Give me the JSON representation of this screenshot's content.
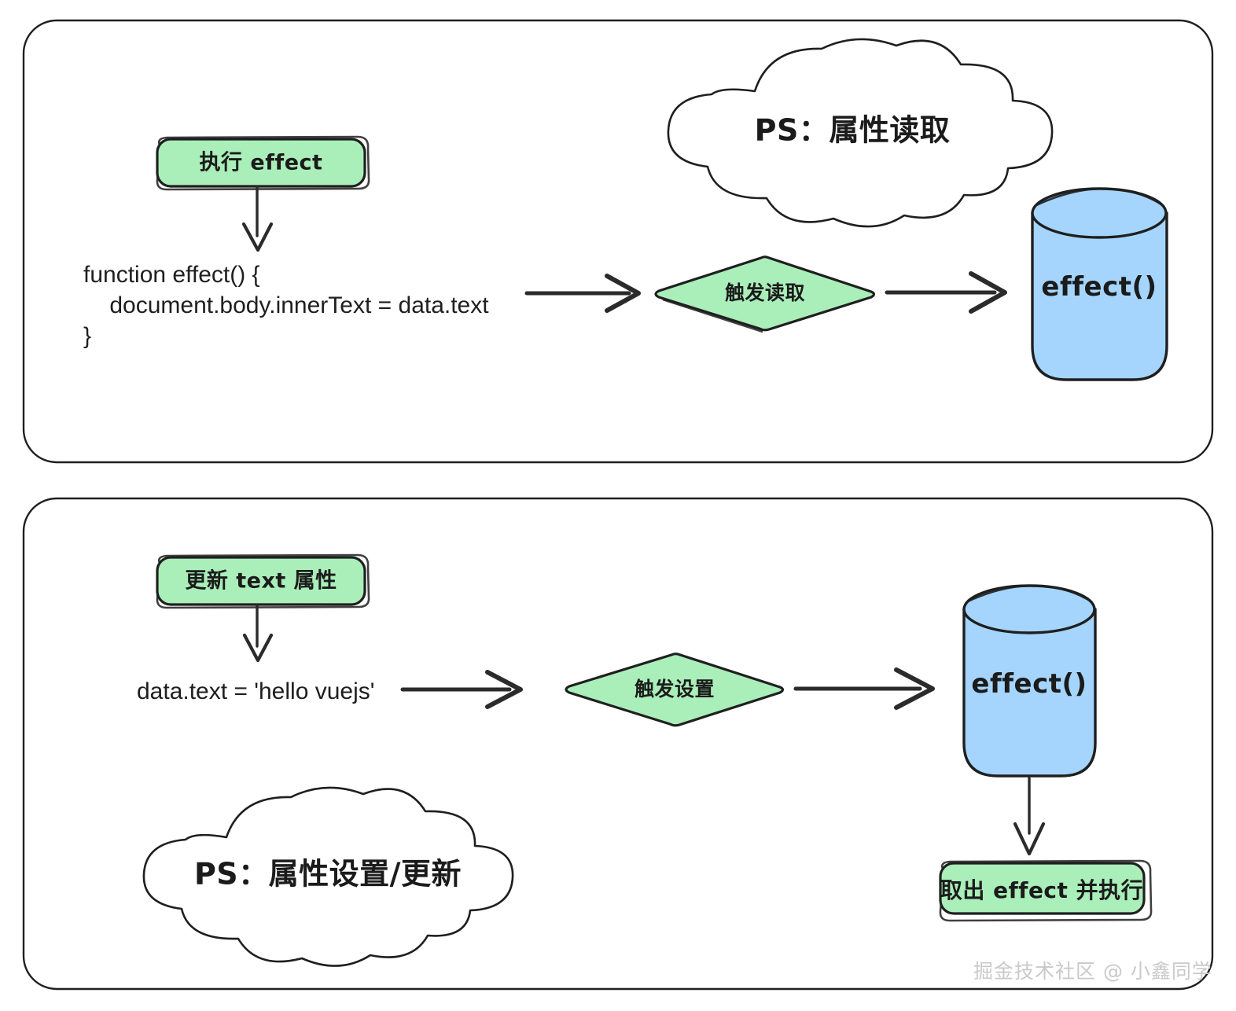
{
  "diagram": {
    "title_semantics": "Vue reactivity effect read/write flow",
    "colors": {
      "green_fill": "#aaeeba",
      "blue_fill": "#a5d5fd",
      "stroke": "#1f1f1f",
      "panel_border": "#1f1f1f",
      "background": "#ffffff",
      "watermark": "#c9c9c9"
    }
  },
  "panels": [
    {
      "id": "panel-read",
      "nodes": {
        "start_box": {
          "label": "执行 effect",
          "shape": "rounded-rect",
          "fill": "#aaeeba"
        },
        "code_block": {
          "lines": [
            "function effect() {",
            "    document.body.innerText = data.text",
            "}"
          ],
          "shape": "plain-text"
        },
        "decision": {
          "label": "触发读取",
          "shape": "diamond",
          "fill": "#aaeeba"
        },
        "store": {
          "label": "effect()",
          "shape": "cylinder",
          "fill": "#a5d5fd"
        },
        "note_cloud": {
          "label": "PS：属性读取",
          "shape": "cloud",
          "fill": "#ffffff"
        }
      },
      "edges": [
        {
          "from": "start_box",
          "to": "code_block",
          "direction": "down"
        },
        {
          "from": "code_block",
          "to": "decision",
          "direction": "right"
        },
        {
          "from": "decision",
          "to": "store",
          "direction": "right"
        }
      ]
    },
    {
      "id": "panel-write",
      "nodes": {
        "start_box": {
          "label": "更新 text 属性",
          "shape": "rounded-rect",
          "fill": "#aaeeba"
        },
        "code_block": {
          "lines": [
            "data.text = 'hello vuejs'"
          ],
          "shape": "plain-text"
        },
        "decision": {
          "label": "触发设置",
          "shape": "diamond",
          "fill": "#aaeeba"
        },
        "store": {
          "label": "effect()",
          "shape": "cylinder",
          "fill": "#a5d5fd"
        },
        "result_box": {
          "label": "取出 effect 并执行",
          "shape": "rounded-rect",
          "fill": "#aaeeba"
        },
        "note_cloud": {
          "label": "PS：属性设置/更新",
          "shape": "cloud",
          "fill": "#ffffff"
        }
      },
      "edges": [
        {
          "from": "start_box",
          "to": "code_block",
          "direction": "down"
        },
        {
          "from": "code_block",
          "to": "decision",
          "direction": "right"
        },
        {
          "from": "decision",
          "to": "store",
          "direction": "right"
        },
        {
          "from": "store",
          "to": "result_box",
          "direction": "down"
        }
      ]
    }
  ],
  "watermark": {
    "text": "掘金技术社区 @ 小鑫同学"
  }
}
